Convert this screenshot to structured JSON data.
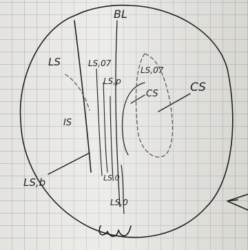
{
  "sketch": {
    "labels": {
      "top_mark": "BL",
      "ls_upper_left": "LS",
      "ls_o7_left": "LS,07",
      "ls_p": "LS,p",
      "ls_o7_right": "LS,07",
      "cs_small": "CS",
      "cs_right": "CS",
      "is": "IS",
      "ls_b": "LS,b",
      "ls_o_lower": "LS,0",
      "ls_o_bottom": "LS,0",
      "bottom_mark": "UU"
    },
    "ink_color": "#1e1e1e",
    "paper_color": "#e4e3df",
    "grid_color": "#7d8087"
  }
}
